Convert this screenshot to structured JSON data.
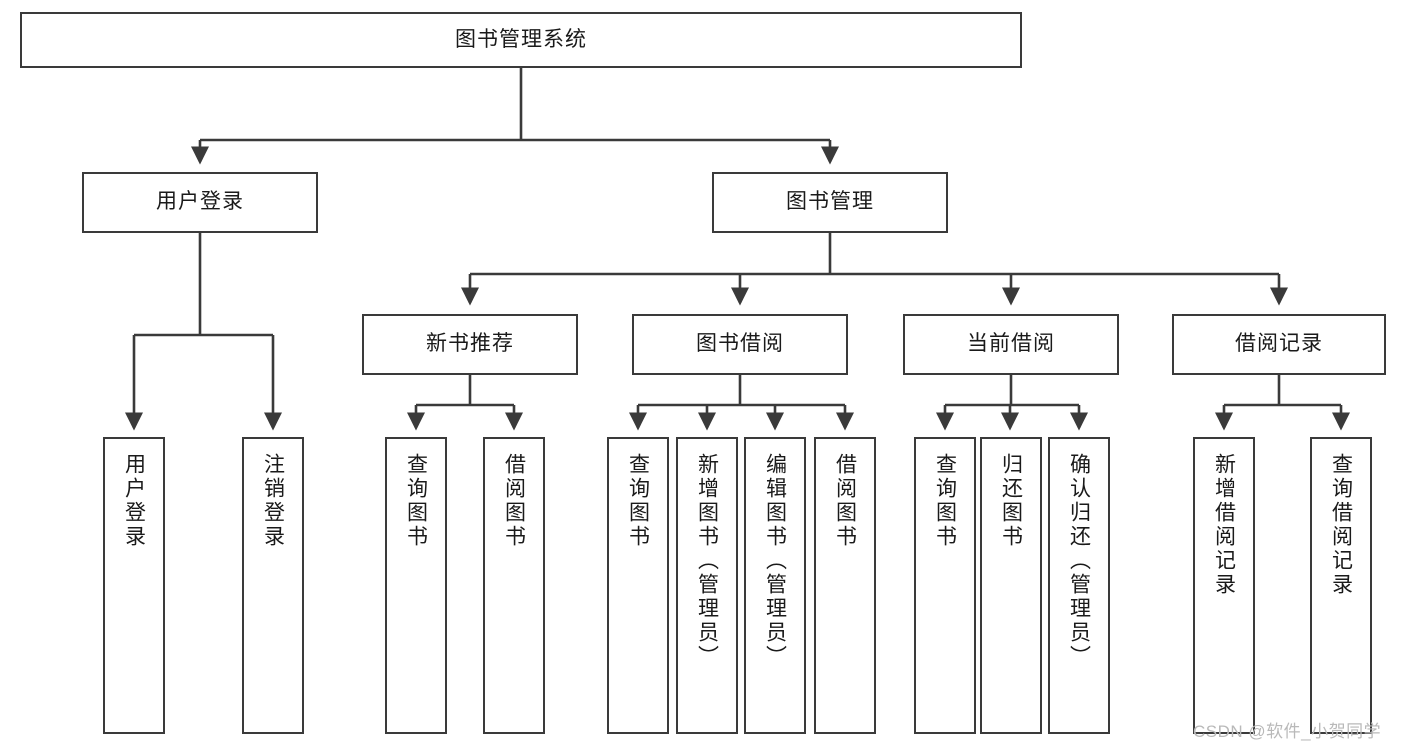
{
  "diagram": {
    "title": "图书管理系统",
    "type": "tree-hierarchy-diagram",
    "colors": {
      "box_border": "#3a3a3a",
      "box_fill": "#ffffff",
      "connector": "#3a3a3a",
      "background": "#ffffff",
      "watermark": "#b9b9b9"
    },
    "root": {
      "label": "图书管理系统"
    },
    "level2": [
      {
        "id": "user-login",
        "label": "用户登录"
      },
      {
        "id": "book-management",
        "label": "图书管理"
      }
    ],
    "level3": [
      {
        "id": "new-book-recommend",
        "label": "新书推荐"
      },
      {
        "id": "book-borrow",
        "label": "图书借阅"
      },
      {
        "id": "current-borrow",
        "label": "当前借阅"
      },
      {
        "id": "borrow-record",
        "label": "借阅记录"
      }
    ],
    "leaves": {
      "user_login": [
        {
          "id": "leaf-user-login",
          "label": "用户登录"
        },
        {
          "id": "leaf-logout-login",
          "label": "注销登录"
        }
      ],
      "new_book_recommend": [
        {
          "id": "leaf-query-book-1",
          "label": "查询图书"
        },
        {
          "id": "leaf-borrow-book-1",
          "label": "借阅图书"
        }
      ],
      "book_borrow": [
        {
          "id": "leaf-query-book-2",
          "label": "查询图书"
        },
        {
          "id": "leaf-add-book-admin",
          "label": "新增图书（管理员）"
        },
        {
          "id": "leaf-edit-book-admin",
          "label": "编辑图书（管理员）"
        },
        {
          "id": "leaf-borrow-book-2",
          "label": "借阅图书"
        }
      ],
      "current_borrow": [
        {
          "id": "leaf-query-book-3",
          "label": "查询图书"
        },
        {
          "id": "leaf-return-book",
          "label": "归还图书"
        },
        {
          "id": "leaf-confirm-return-admin",
          "label": "确认归还（管理员）"
        }
      ],
      "borrow_record": [
        {
          "id": "leaf-add-borrow-record",
          "label": "新增借阅记录"
        },
        {
          "id": "leaf-query-borrow-record",
          "label": "查询借阅记录"
        }
      ]
    },
    "watermark": "CSDN @软件_小贺同学"
  }
}
